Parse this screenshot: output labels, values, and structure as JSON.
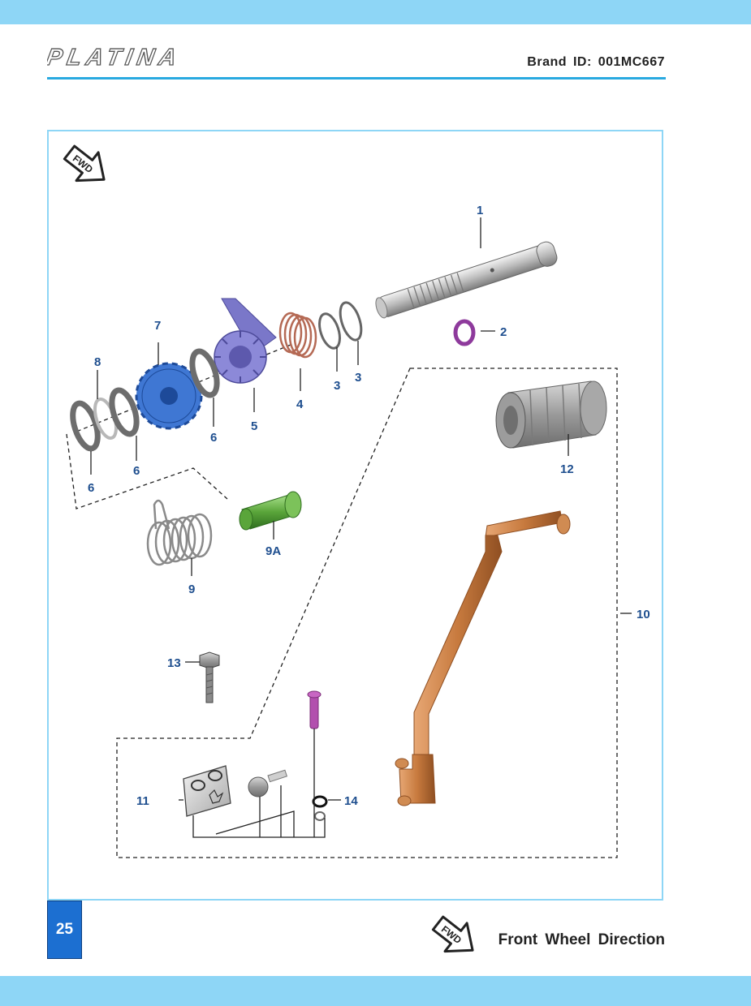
{
  "header": {
    "logo_text": "PLATINA",
    "brand_id": "Brand ID: 001MC667"
  },
  "diagram": {
    "fwd_badge": "FWD",
    "callouts": {
      "c1": "1",
      "c2": "2",
      "c3a": "3",
      "c3b": "3",
      "c4": "4",
      "c5": "5",
      "c6a": "6",
      "c6b": "6",
      "c6c": "6",
      "c7": "7",
      "c8": "8",
      "c9": "9",
      "c9a": "9A",
      "c10": "10",
      "c11": "11",
      "c12": "12",
      "c13": "13",
      "c14": "14"
    }
  },
  "footer": {
    "page_number": "25",
    "fwd_badge": "FWD",
    "legend_text": "Front Wheel Direction"
  },
  "colors": {
    "band": "#8ed6f6",
    "accent_rule": "#29a9e0",
    "callout_text": "#1f4f8f",
    "page_box": "#1c6fd1"
  }
}
